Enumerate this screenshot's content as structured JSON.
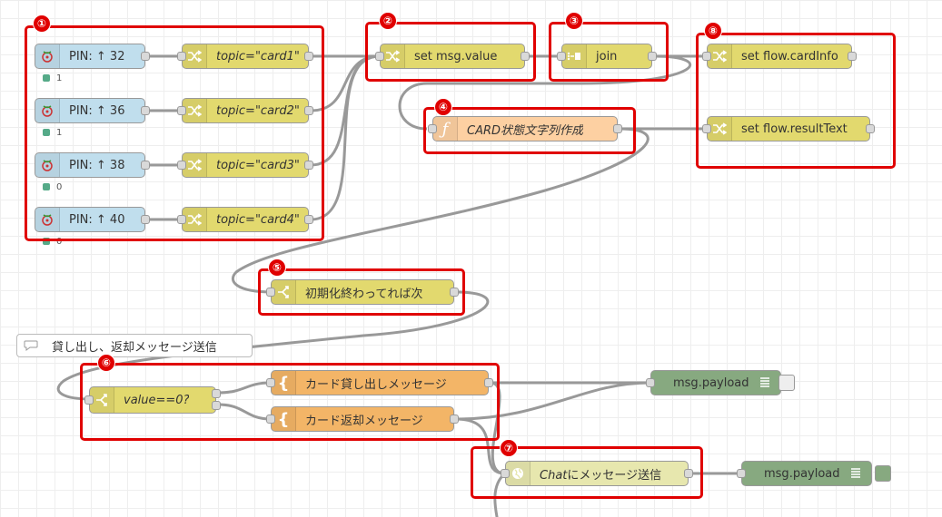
{
  "colors": {
    "rpi": "#c0deed",
    "change": "#e2d96e",
    "function": "#fdd0a2",
    "template": "#f3b567",
    "debug": "#87a980",
    "http": "#e7e7ae",
    "highlight": "#e00000"
  },
  "badges": {
    "b1": "①",
    "b2": "②",
    "b3": "③",
    "b4": "④",
    "b5": "⑤",
    "b6": "⑥",
    "b7": "⑦",
    "b8": "⑧"
  },
  "gpio_inputs": [
    {
      "label": "PIN: ↑ 32",
      "status": "1",
      "icon": "raspberry-pi-icon"
    },
    {
      "label": "PIN: ↑ 36",
      "status": "1",
      "icon": "raspberry-pi-icon"
    },
    {
      "label": "PIN: ↑ 38",
      "status": "0",
      "icon": "raspberry-pi-icon"
    },
    {
      "label": "PIN: ↑ 40",
      "status": "0",
      "icon": "raspberry-pi-icon"
    }
  ],
  "topic_nodes": [
    {
      "label": "topic=\"card1\"",
      "icon": "shuffle-icon"
    },
    {
      "label": "topic=\"card2\"",
      "icon": "shuffle-icon"
    },
    {
      "label": "topic=\"card3\"",
      "icon": "shuffle-icon"
    },
    {
      "label": "topic=\"card4\"",
      "icon": "shuffle-icon"
    }
  ],
  "set_value": {
    "label": "set msg.value",
    "icon": "shuffle-icon"
  },
  "join": {
    "label": "join",
    "icon": "join-icon"
  },
  "func": {
    "label": "CARD状態文字列作成",
    "icon": "function-icon"
  },
  "set_flow": [
    {
      "label": "set flow.cardInfo",
      "icon": "shuffle-icon"
    },
    {
      "label": "set flow.resultText",
      "icon": "shuffle-icon"
    }
  ],
  "switch_init": {
    "label": "初期化終わってれば次",
    "icon": "switch-icon"
  },
  "comment": {
    "label": "貸し出し、返却メッセージ送信",
    "icon": "comment-icon"
  },
  "switch_value": {
    "label": "value==0?",
    "icon": "switch-icon"
  },
  "templates": [
    {
      "label": "カード貸し出しメッセージ",
      "icon": "template-icon"
    },
    {
      "label": "カード返却メッセージ",
      "icon": "template-icon"
    }
  ],
  "debug_nodes": [
    {
      "label": "msg.payload",
      "icon": "debug-icon",
      "enabled": false
    },
    {
      "label": "msg.payload",
      "icon": "debug-icon",
      "enabled": true
    }
  ],
  "chat_send": {
    "label": "Chatにメッセージ送信",
    "label_plain_suffix": "にメッセージ送信",
    "label_italic_prefix": "Chat",
    "icon": "globe-icon"
  }
}
